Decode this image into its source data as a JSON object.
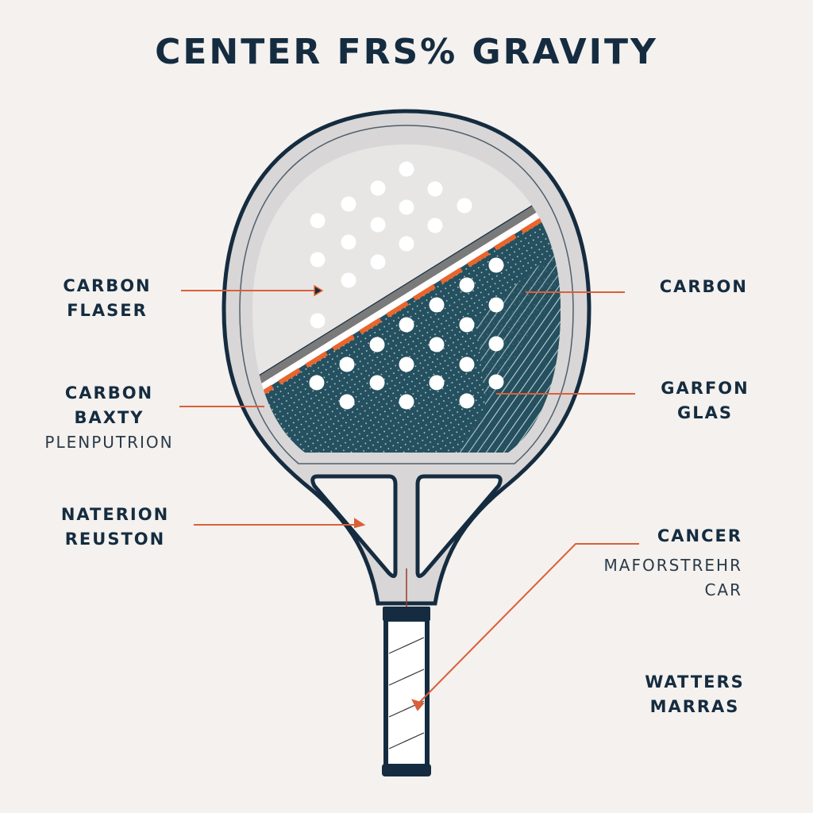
{
  "title": "CENTER FRS% GRAVITY",
  "colors": {
    "background": "#f4f1ee",
    "navy": "#152c40",
    "teal_face": "#24505f",
    "frame_gray": "#d8d6d6",
    "face_light": "#e7e6e5",
    "accent_orange": "#e8652d",
    "leader_line": "#d9603a",
    "hole_white": "#ffffff"
  },
  "labels": {
    "left": [
      {
        "id": "carbon-flaser",
        "lines": [
          "CARBON",
          "FLASER"
        ],
        "sub": ""
      },
      {
        "id": "carbon-baxty",
        "lines": [
          "CARBON",
          "BAXTY"
        ],
        "sub": "PLENPUTRION"
      },
      {
        "id": "naterion-reuston",
        "lines": [
          "NATERION",
          "REUSTON"
        ],
        "sub": ""
      }
    ],
    "right": [
      {
        "id": "carbon",
        "lines": [
          "CARBON"
        ],
        "sub": ""
      },
      {
        "id": "garfon-glas",
        "lines": [
          "GARFON",
          "GLAS"
        ],
        "sub": ""
      },
      {
        "id": "cancer",
        "lines": [
          "CANCER"
        ],
        "sub_lines": [
          "MAFORSTREHR",
          "CAR"
        ]
      },
      {
        "id": "watters-marras",
        "lines": [
          "WATTERS",
          "MARRAS"
        ],
        "sub": ""
      }
    ]
  },
  "components": {
    "racket": "padel-racket",
    "face_top": "light-surface-with-holes",
    "face_bottom": "carbon-weave-with-holes",
    "divider": "orange-dashed-strip",
    "throat": "open-triangular-throat",
    "handle": "wrapped-grip"
  }
}
